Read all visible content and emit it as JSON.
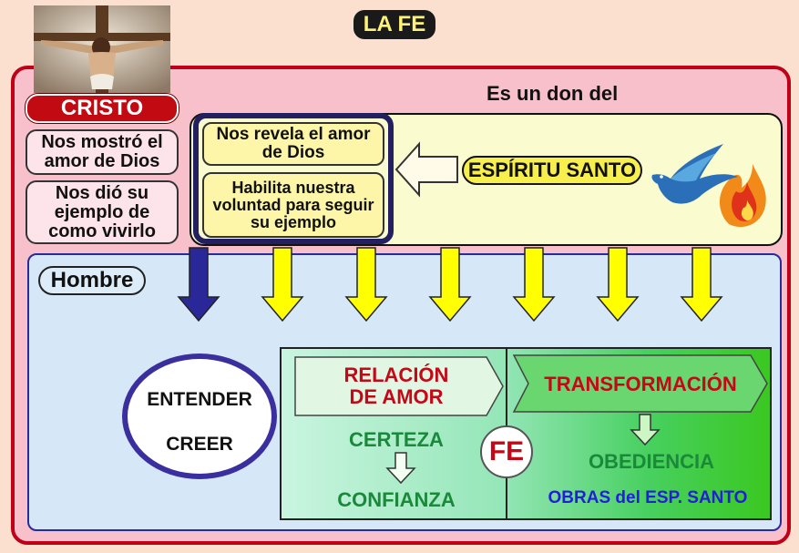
{
  "title": "LA FE",
  "cristo": {
    "label": "CRISTO",
    "boxes": [
      "Nos mostró el amor de Dios",
      "Nos dió su ejemplo de como vivirlo"
    ]
  },
  "don_text": "Es un don del",
  "espiritu": {
    "label": "ESPÍRITU SANTO",
    "boxes": [
      "Nos revela el amor de Dios",
      "Habilita nuestra voluntad para seguir su ejemplo"
    ]
  },
  "hombre": {
    "label": "Hombre",
    "oval": [
      "ENTENDER",
      "CREER"
    ]
  },
  "fe": {
    "center": "FE",
    "left_banner": "RELACIÓN DE AMOR",
    "left_from": "CERTEZA",
    "left_to": "CONFIANZA",
    "right_banner": "TRANSFORMACIÓN",
    "right_to": "OBEDIENCIA",
    "right_note": "OBRAS del ESP. SANTO"
  },
  "colors": {
    "frame": "#c00018",
    "cristo": "#c20a12",
    "navy_frame": "#222060",
    "yellow_arrow": "#ffff00",
    "navy_arrow": "#2a2898",
    "green_text": "#1a8a3a",
    "red_text": "#c40818",
    "blue_text": "#2020d8"
  }
}
